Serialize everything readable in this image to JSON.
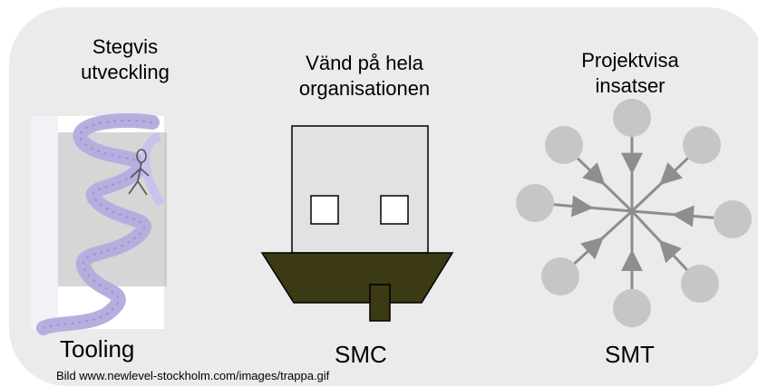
{
  "columns": [
    {
      "title": "Stegvis\nutveckling",
      "label": "Tooling"
    },
    {
      "title": "Vänd på hela\norganisationen",
      "label": "SMC"
    },
    {
      "title": "Projektvisa\ninsatser",
      "label": "SMT"
    }
  ],
  "caption": "Bild www.newlevel-stockholm.com/images/trappa.gif",
  "colors": {
    "panel": "#ebebeb",
    "house_body": "#e2e2e2",
    "base": "#3b3a14",
    "circle": "#c6c6c6",
    "arrow": "#8e8e8e",
    "stair": "#b7aee0"
  },
  "icons": {
    "staircase": "spiral-staircase-illustration",
    "house": "house-with-base-icon",
    "star": "star-network-icon"
  }
}
